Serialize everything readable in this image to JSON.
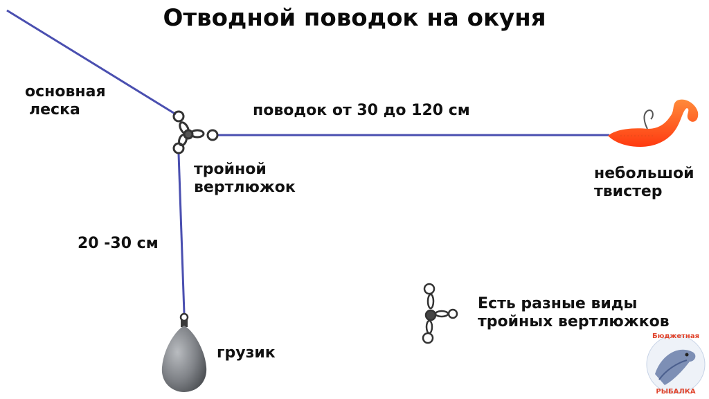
{
  "title": "Отводной поводок на окуня",
  "labels": {
    "main_line": [
      "основная",
      "леска"
    ],
    "leader": "поводок от 30 до 120 см",
    "swivel": [
      "тройной",
      "вертлюжок"
    ],
    "twister": [
      "небольшой",
      "твистер"
    ],
    "drop_length": "20 -30 см",
    "sinker": "грузик",
    "swivel_types": [
      "Есть разные виды",
      "тройных вертлюжков"
    ]
  },
  "logo": {
    "top_text": "Бюджетная",
    "bottom_text": "РЫБАЛКА"
  },
  "colors": {
    "line": "#4a4fb0",
    "lure": "#ff5a1f",
    "sinker": "#7a7d82",
    "swivel": "#333333",
    "logo_accent": "#e0442c"
  }
}
